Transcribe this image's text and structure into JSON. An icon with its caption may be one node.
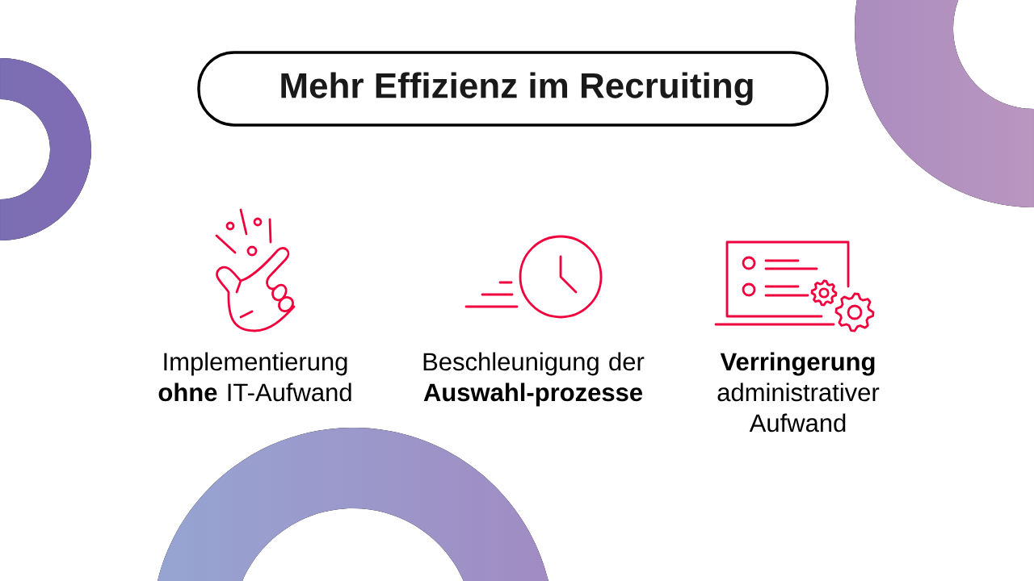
{
  "diagram": {
    "title": "Mehr Effizienz im Recruiting",
    "labels": [
      "Implementierung **ohne** IT-Aufwand",
      "Beschleunigung der **Auswahl-prozesse**",
      "**Verringerung** administrativer Aufwand"
    ]
  }
}
